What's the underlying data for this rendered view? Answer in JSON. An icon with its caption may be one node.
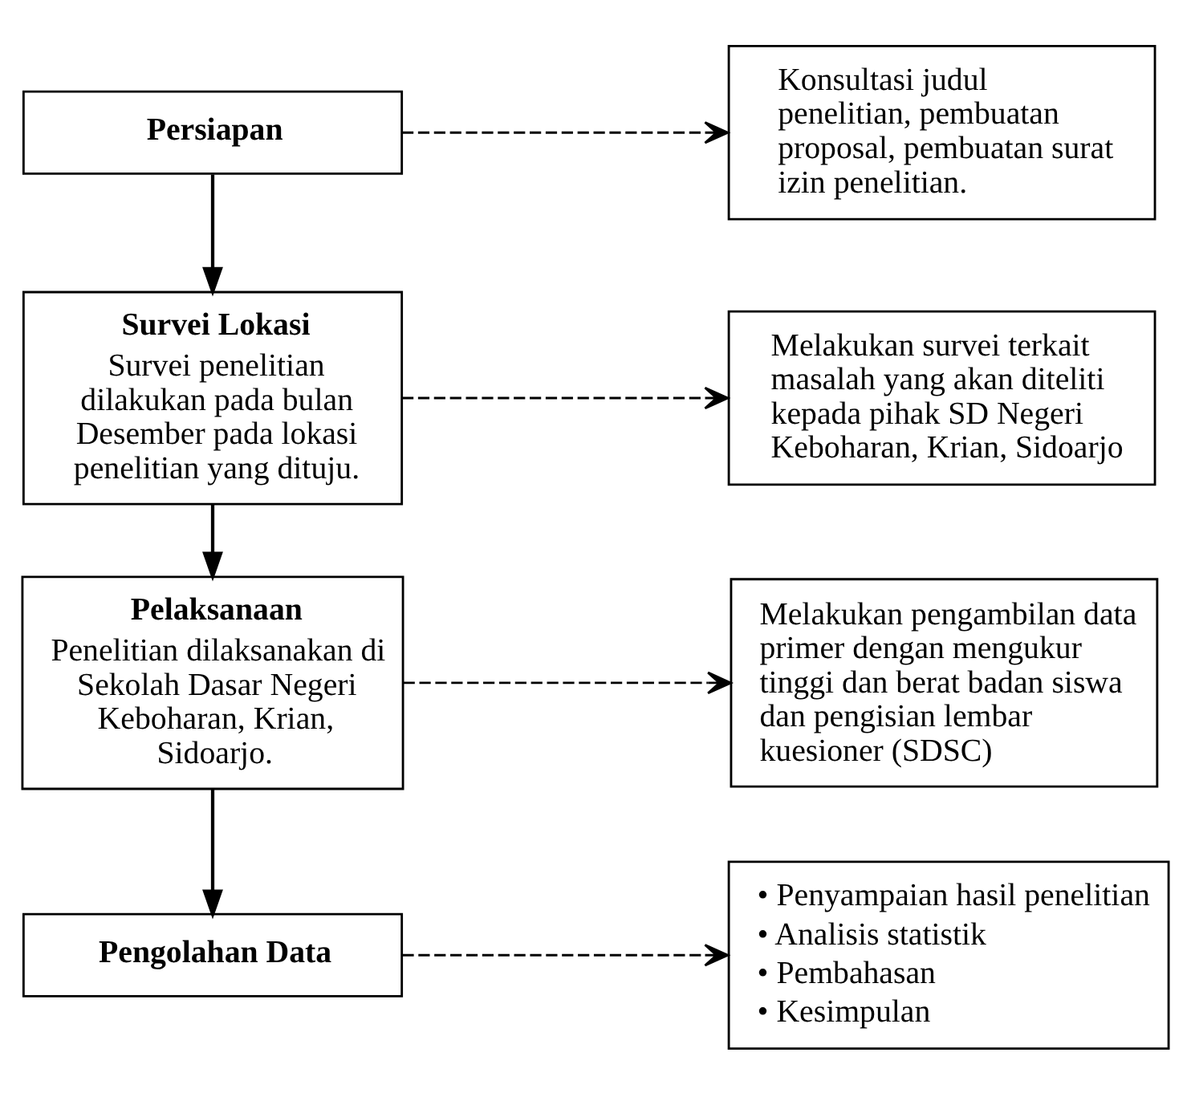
{
  "diagram": {
    "nodes": [
      {
        "text": [
          "Persiapan"
        ]
      },
      {
        "text": [
          "Konsultasi judul penelitian, pembuatan proposal, pembuatan surat izin penelitian."
        ]
      },
      {
        "text": [
          "Survei Lokasi",
          "Survei penelitian dilakukan pada bulan Desember pada lokasi penelitian yang dituju."
        ]
      },
      {
        "text": [
          "Melakukan survei terkait masalah yang akan diteliti kepada pihak SD Negeri Keboharan, Krian, Sidoarjo"
        ]
      },
      {
        "text": [
          "Pelaksanaan",
          "Penelitian dilaksanakan di Sekolah Dasar Negeri Keboharan, Krian, Sidoarjo."
        ]
      },
      {
        "text": [
          "Melakukan pengambilan data primer dengan mengukur tinggi dan berat badan siswa dan pengisian lembar kuesioner (SDSC)"
        ]
      },
      {
        "text": [
          "Pengolahan Data"
        ]
      },
      {
        "text": [
          "• Penyampaian hasil penelitian",
          "• Analisis statistik",
          "• Pembahasan",
          "• Kesimpulan"
        ]
      }
    ],
    "edges": [
      {
        "from": 0,
        "to": 1,
        "arrow": "to",
        "style": "dashed"
      },
      {
        "from": 0,
        "to": 2,
        "arrow": "to"
      },
      {
        "from": 2,
        "to": 3,
        "arrow": "to",
        "style": "dashed"
      },
      {
        "from": 2,
        "to": 4,
        "arrow": "to"
      },
      {
        "from": 4,
        "to": 5,
        "arrow": "to",
        "style": "dashed"
      },
      {
        "from": 4,
        "to": 6,
        "arrow": "to"
      },
      {
        "from": 6,
        "to": 7,
        "arrow": "to",
        "style": "dashed"
      }
    ]
  }
}
